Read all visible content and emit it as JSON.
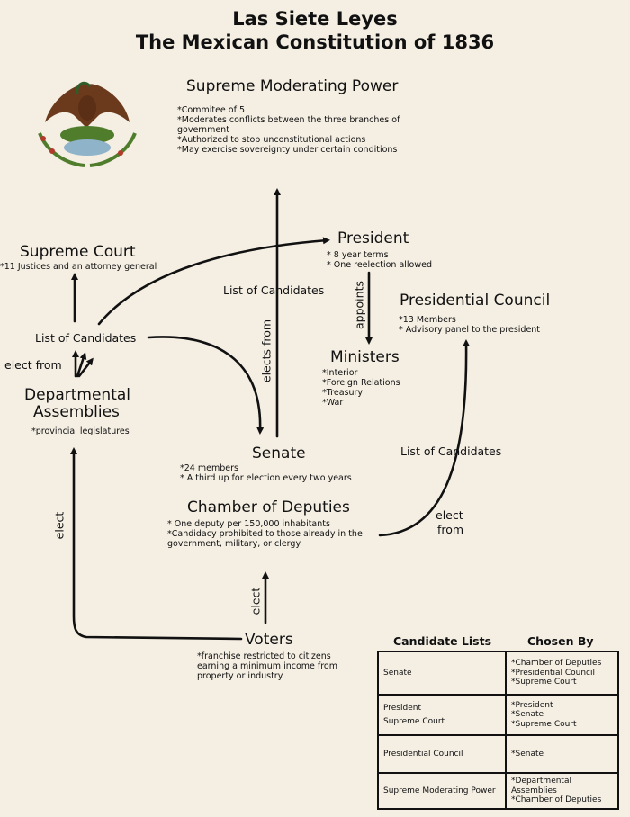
{
  "title": {
    "line1": "Las Siete Leyes",
    "line2": "The Mexican Constitution of 1836"
  },
  "supreme_moderating_power": {
    "heading": "Supreme Moderating Power",
    "notes": [
      "*Commitee of 5",
      "*Moderates conflicts between the three branches of",
      "government",
      "*Authorized to stop unconstitutional actions",
      "*May exercise sovereignty under certain conditions"
    ]
  },
  "supreme_court": {
    "heading": "Supreme Court",
    "notes": [
      "*11 Justices and an attorney general"
    ]
  },
  "president": {
    "heading": "President",
    "notes": [
      "* 8 year terms",
      "* One reelection allowed"
    ]
  },
  "presidential_council": {
    "heading": "Presidential Council",
    "notes": [
      "*13 Members",
      "* Advisory panel to the president"
    ]
  },
  "ministers": {
    "heading": "Ministers",
    "notes": [
      "*Interior",
      "*Foreign Relations",
      "*Treasury",
      "*War"
    ]
  },
  "departmental_assemblies": {
    "heading_line1": "Departmental",
    "heading_line2": "Assemblies",
    "notes": [
      "*provincial legislatures"
    ]
  },
  "senate": {
    "heading": "Senate",
    "notes": [
      "*24 members",
      "* A third up for election every two years"
    ]
  },
  "chamber": {
    "heading": "Chamber of Deputies",
    "notes": [
      "* One deputy per 150,000 inhabitants",
      "*Candidacy prohibited to those already in the",
      "government, military, or clergy"
    ]
  },
  "voters": {
    "heading": "Voters",
    "notes": [
      "*franchise restricted to citizens",
      "earning a minimum income from",
      "property or industry"
    ]
  },
  "labels": {
    "list_candidates_left": "List of Candidates",
    "elect_from_left": "elect from",
    "list_candidates_center": "List of Candidates",
    "elects_from": "elects from",
    "appoints": "appoints",
    "list_candidates_right": "List of Candidates",
    "elect_from_right_1": "elect",
    "elect_from_right_2": "from",
    "elect_left_vertical": "elect",
    "elect_voters": "elect"
  },
  "table": {
    "headers": [
      "Candidate Lists",
      "Chosen By"
    ],
    "rows": [
      {
        "list": [
          "Senate"
        ],
        "chosen": [
          "*Chamber of Deputies",
          "*Presidential Council",
          "*Supreme Court"
        ]
      },
      {
        "list": [
          "President",
          "Supreme Court"
        ],
        "chosen": [
          "*President",
          "*Senate",
          "*Supreme Court"
        ]
      },
      {
        "list": [
          "Presidential Council"
        ],
        "chosen": [
          "*Senate"
        ]
      },
      {
        "list": [
          "Supreme Moderating Power"
        ],
        "chosen": [
          "*Departmental Assemblies",
          "*Chamber of Deputies"
        ]
      }
    ]
  },
  "colors": {
    "background": "#f4eee3",
    "ink": "#111111",
    "eagle": "#6b3a1c",
    "leaves": "#4f7d2b",
    "water": "#8fb3c9"
  },
  "icons": [
    "eagle-seal-icon"
  ]
}
